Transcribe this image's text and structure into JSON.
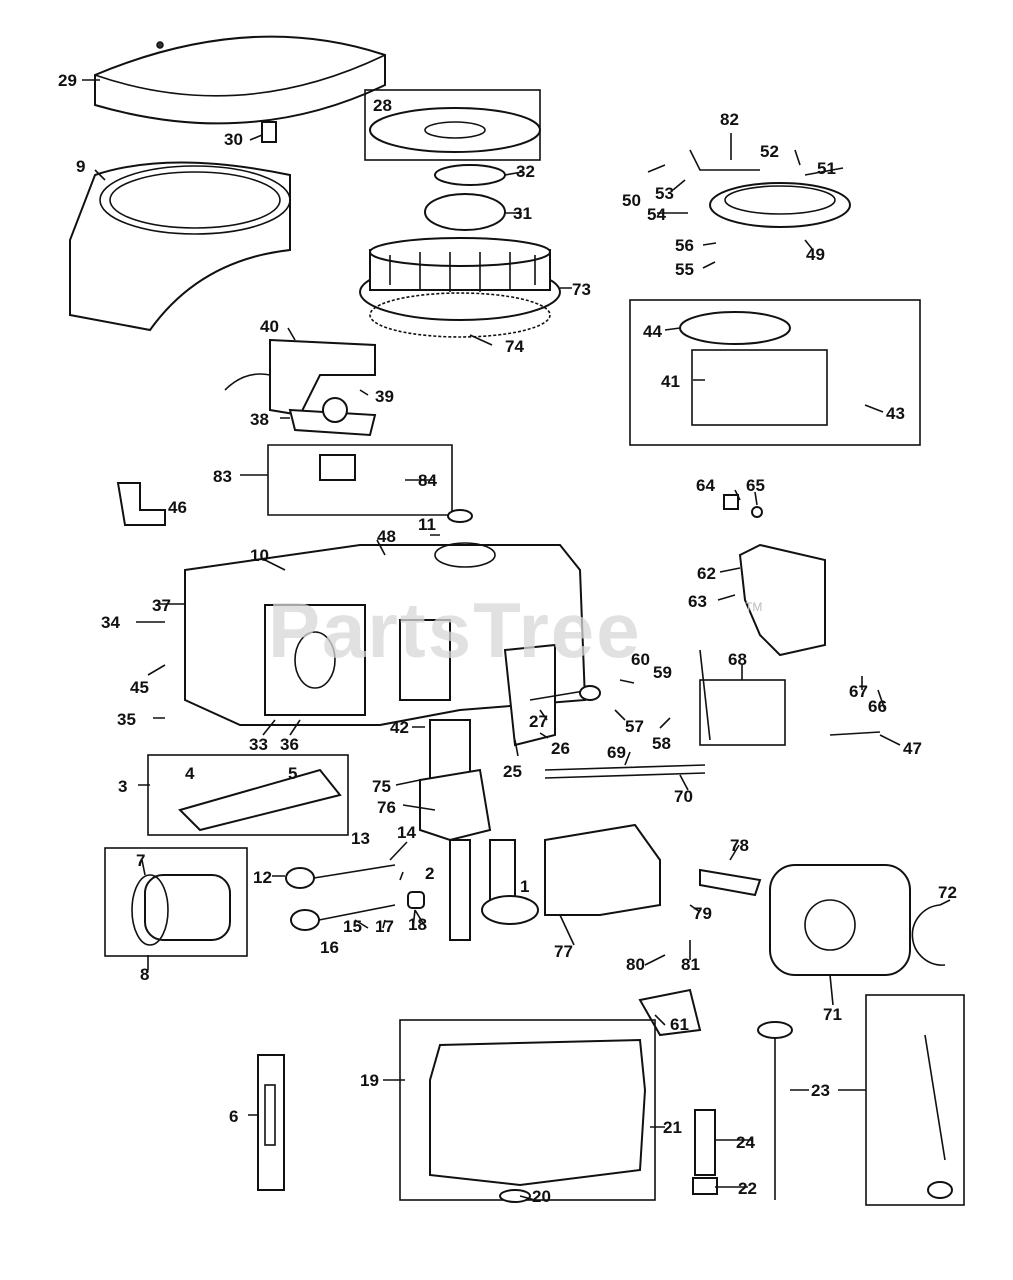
{
  "watermark": {
    "text": "PartsTree",
    "tm": "TM"
  },
  "callouts": {
    "c1": "1",
    "c2": "2",
    "c3": "3",
    "c4": "4",
    "c5": "5",
    "c6": "6",
    "c7": "7",
    "c8": "8",
    "c9": "9",
    "c10": "10",
    "c11": "11",
    "c12": "12",
    "c13": "13",
    "c14": "14",
    "c15": "15",
    "c16": "16",
    "c17": "17",
    "c18": "18",
    "c19": "19",
    "c20": "20",
    "c21": "21",
    "c22": "22",
    "c23": "23",
    "c24": "24",
    "c25": "25",
    "c26": "26",
    "c27": "27",
    "c28": "28",
    "c29": "29",
    "c30": "30",
    "c31": "31",
    "c32": "32",
    "c33": "33",
    "c34": "34",
    "c35": "35",
    "c36": "36",
    "c37": "37",
    "c38": "38",
    "c39": "39",
    "c40": "40",
    "c41": "41",
    "c42": "42",
    "c43": "43",
    "c44": "44",
    "c45": "45",
    "c46": "46",
    "c47": "47",
    "c48": "48",
    "c49": "49",
    "c50": "50",
    "c51": "51",
    "c52": "52",
    "c53": "53",
    "c54": "54",
    "c55": "55",
    "c56": "56",
    "c57": "57",
    "c58": "58",
    "c59": "59",
    "c60": "60",
    "c61": "61",
    "c62": "62",
    "c63": "63",
    "c64": "64",
    "c65": "65",
    "c66": "66",
    "c67": "67",
    "c68": "68",
    "c69": "69",
    "c70": "70",
    "c71": "71",
    "c72": "72",
    "c73": "73",
    "c74": "74",
    "c75": "75",
    "c76": "76",
    "c77": "77",
    "c78": "78",
    "c79": "79",
    "c80": "80",
    "c81": "81",
    "c82": "82",
    "c83": "83",
    "c84": "84"
  }
}
